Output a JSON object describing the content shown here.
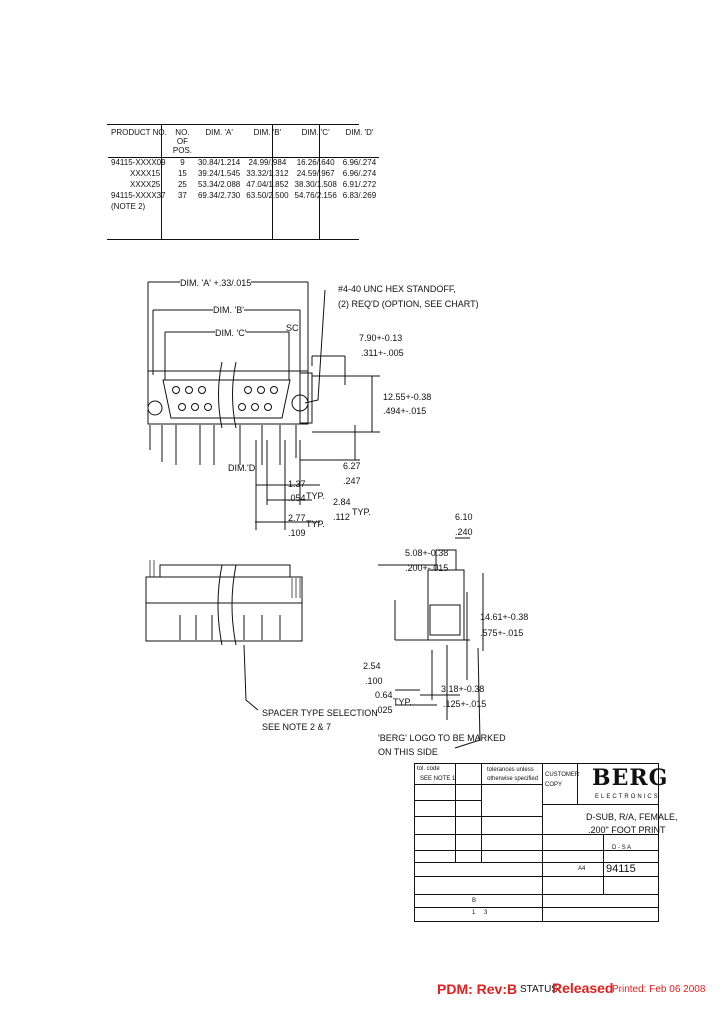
{
  "product_table": {
    "headers": [
      "PRODUCT NO.",
      "NO. OF POS.",
      "DIM. 'A'",
      "DIM. 'B'",
      "DIM. 'C'",
      "DIM. 'D'"
    ],
    "rows": [
      [
        "94115-XXXX09",
        "9",
        "30.84/1.214",
        "24.99/.984",
        "16.26/.640",
        "6.96/.274"
      ],
      [
        "XXXX15",
        "15",
        "39.24/1.545",
        "33.32/1.312",
        "24.59/.967",
        "6.96/.274"
      ],
      [
        "XXXX25",
        "25",
        "53.34/2.088",
        "47.04/1.852",
        "38.30/1.508",
        "6.91/.272"
      ],
      [
        "94115-XXXX37",
        "37",
        "69.34/2.730",
        "63.50/2.500",
        "54.76/2.156",
        "6.83/.269"
      ],
      [
        "(NOTE 2)",
        "",
        "",
        "",
        "",
        ""
      ]
    ]
  },
  "drawing_labels": {
    "dim_a": "DIM. 'A' +.33/.015",
    "dim_b": "DIM. 'B'",
    "dim_c": "DIM. 'C'",
    "dim_d": "DIM.'D'",
    "standoff_1": "#4-40 UNC HEX STANDOFF,",
    "standoff_2": "(2) REQ'D (OPTION, SEE CHART)",
    "d790": "7.90+-0.13",
    "d311": ".311+-.005",
    "d1255": "12.55+-0.38",
    "d494": ".494+-.015",
    "d627": "6.27",
    "d247": ".247",
    "d137": "1.37",
    "d054": ".054",
    "typ": "TYP.",
    "d284": "2.84",
    "d112": ".112",
    "d277": "2.77",
    "d109": ".109",
    "d610": "6.10",
    "d240": ".240",
    "d508": "5.08+-0.38",
    "d200": ".200+-.015",
    "d1461": "14.61+-0.38",
    "d575": ".575+-.015",
    "d254": "2.54",
    "d100": ".100",
    "d064": "0.64",
    "d025": ".025",
    "d318": "3.18+-0.38",
    "d125": ".125+-.015",
    "spacer_1": "SPACER TYPE SELECTION",
    "spacer_2": "SEE NOTE 2 & 7",
    "logo_1": "'BERG' LOGO TO BE MARKED",
    "logo_2": "ON THIS SIDE",
    "sc": "SC"
  },
  "title_block": {
    "tol_1": "tol. code",
    "tol_2": "SEE NOTE 1",
    "unless_1": "tolerances unless",
    "unless_2": "otherwise specified",
    "customer_1": "CUSTOMER",
    "customer_2": "COPY",
    "logo": "BERG",
    "logo_sub": "ELECTRONICS",
    "title_1": "D-SUB, R/A, FEMALE,",
    "title_2": ".200\" FOOT PRINT",
    "product_family": "D - S A",
    "drawing_no": "94115",
    "size": "A4",
    "rev_col": "B",
    "sheet": "1",
    "sheet_of": "3"
  },
  "footer": {
    "pdm": "PDM: Rev:B",
    "status_label": "STATUS:",
    "status_value": "Released",
    "printed": "Printed: Feb 06 2008"
  }
}
